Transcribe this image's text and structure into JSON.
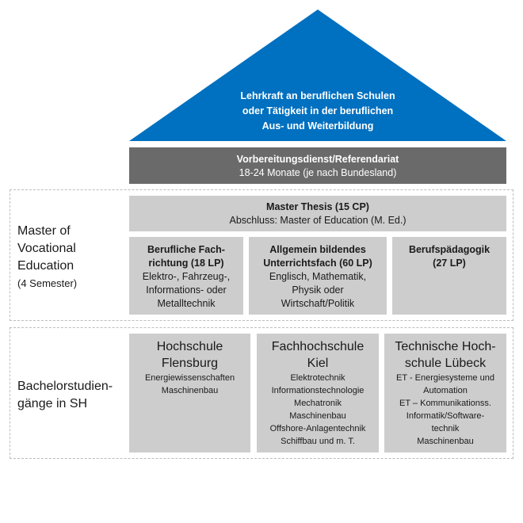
{
  "roof": {
    "lines": [
      "Lehrkraft an beruflichen Schulen",
      "oder Tätigkeit in der beruflichen",
      "Aus- und Weiterbildung"
    ],
    "color": "#0070c0"
  },
  "referendariat": {
    "title": "Vorbereitungsdienst/Referendariat",
    "subtitle": "18-24 Monate (je nach Bundesland)",
    "color": "#6a6a6a"
  },
  "master": {
    "label_lines": [
      "Master of",
      "Vocational",
      "Education"
    ],
    "label_sub": "(4 Semester)",
    "thesis": {
      "title": "Master Thesis (15 CP)",
      "subtitle": "Abschluss: Master of Education (M. Ed.)"
    },
    "modules": [
      {
        "title_lines": [
          "Berufliche Fach-",
          "richtung (18 LP)"
        ],
        "lines": [
          "Elektro-, Fahrzeug-,",
          "Informations- oder",
          "Metalltechnik"
        ]
      },
      {
        "title_lines": [
          "Allgemein bildendes",
          "Unterrichtsfach (60 LP)"
        ],
        "lines": [
          "Englisch, Mathematik,",
          "Physik oder",
          "Wirtschaft/Politik"
        ]
      },
      {
        "title_lines": [
          "Berufspädagogik",
          "(27 LP)"
        ],
        "lines": []
      }
    ]
  },
  "bachelor": {
    "label_lines": [
      "Bachelorstudien-",
      "gänge in SH"
    ],
    "universities": [
      {
        "name_lines": [
          "Hochschule",
          "Flensburg"
        ],
        "programs": [
          "Energiewissenschaften",
          "Maschinenbau"
        ]
      },
      {
        "name_lines": [
          "Fachhochschule",
          "Kiel"
        ],
        "programs": [
          "Elektrotechnik",
          "Informationstechnologie",
          "Mechatronik",
          "Maschinenbau",
          "Offshore-Anlagentechnik",
          "Schiffbau und m. T."
        ]
      },
      {
        "name_lines": [
          "Technische Hoch-",
          "schule Lübeck"
        ],
        "programs": [
          "ET - Energiesysteme  und",
          "Automation",
          "ET – Kommunikationss.",
          "Informatik/Software-",
          "technik",
          "Maschinenbau"
        ]
      }
    ]
  },
  "colors": {
    "box_gray": "#cdcdcd",
    "dash": "#bdbdbd"
  }
}
